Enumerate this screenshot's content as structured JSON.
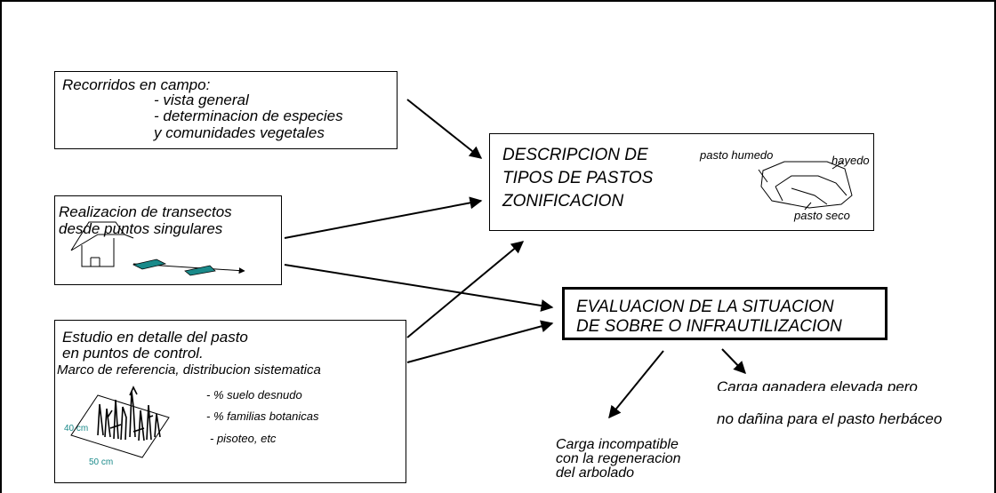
{
  "recorridos": {
    "title": "Recorridos en campo:",
    "items": [
      "- vista general",
      "- determinacion de especies",
      "y comunidades vegetales"
    ]
  },
  "transectos": {
    "line1": "Realizacion de transectos",
    "line2": "desde puntos singulares"
  },
  "estudio": {
    "line1": "Estudio en detalle del pasto",
    "line2": "en puntos de control.",
    "line3": "Marco de referencia, distribucion sistematica",
    "bullets": [
      "- % suelo desnudo",
      "- % familias botanicas",
      "- pisoteo, etc"
    ],
    "dim_40": "40 cm",
    "dim_50": "50 cm"
  },
  "descripcion": {
    "line1": "DESCRIPCION DE",
    "line2": "TIPOS DE PASTOS",
    "line3": "ZONIFICACION",
    "map_labels": [
      "pasto humedo",
      "hayedo",
      "pasto seco"
    ]
  },
  "evaluacion": {
    "line1": "EVALUACION DE LA SITUACION",
    "line2": "DE SOBRE O INFRAUTILIZACION"
  },
  "outcomes": {
    "carga_ganadera": [
      "Carga ganadera elevada pero",
      "no dañina para el pasto herbáceo"
    ],
    "carga_incompatible": [
      "Carga incompatible",
      "con la regeneracion",
      "del arbolado"
    ]
  },
  "colors": {
    "stroke": "#000000",
    "teal": "#1a8a8a",
    "dim_text": "#1a8a8a"
  }
}
